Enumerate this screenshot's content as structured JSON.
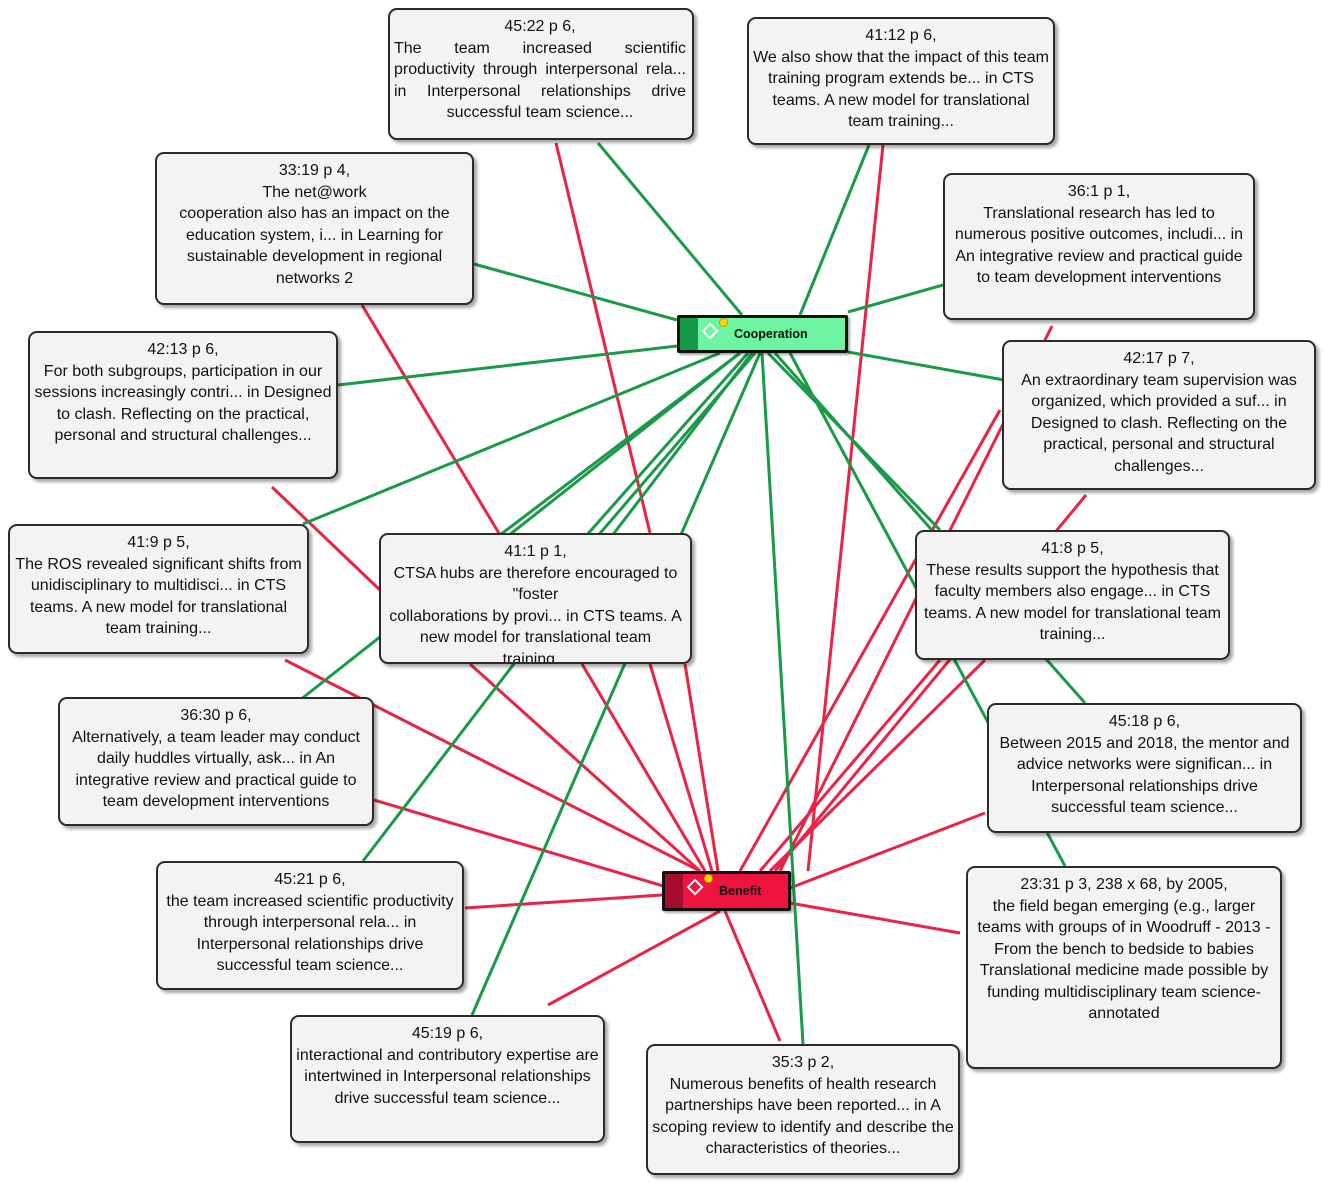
{
  "colors": {
    "cooperation_fill": "#6ef5a1",
    "cooperation_strip": "#159a4a",
    "cooperation_edge": "#1a9a48",
    "benefit_fill": "#f0123f",
    "benefit_strip": "#a50d2d",
    "benefit_edge": "#ea2345",
    "box_fill": "#f3f3f3",
    "box_border": "#2b2b2b"
  },
  "codes": {
    "cooperation": {
      "label": "Cooperation",
      "icon": "code-diamond-icon"
    },
    "benefit": {
      "label": "Benefit",
      "icon": "code-diamond-icon"
    }
  },
  "quotations": [
    {
      "id": "45:22 p 6,",
      "text": "The team increased scientific productivity through interpersonal rela... in Interpersonal relationships drive successful team science..."
    },
    {
      "id": "41:12 p 6,",
      "text": "We also show that the impact of this team training program extends be... in CTS teams. A new model for translational team training..."
    },
    {
      "id": "33:19 p 4,",
      "text": "The net@work\ncooperation also has an impact on the education system, i... in Learning for sustainable development in regional networks 2"
    },
    {
      "id": "36:1 p 1,",
      "text": "Translational research has led to numerous positive outcomes, includi... in An integrative review and practical guide to team development interventions"
    },
    {
      "id": "42:13 p 6,",
      "text": "For both subgroups, participation in our sessions increasingly contri... in Designed to clash. Reflecting on the practical, personal and structural challenges..."
    },
    {
      "id": "42:17 p 7,",
      "text": "An extraordinary team supervision was organized, which provided a suf... in Designed to clash. Reflecting on the practical, personal and structural challenges..."
    },
    {
      "id": "41:9 p 5,",
      "text": "The ROS revealed significant shifts from unidisciplinary to multidisci... in CTS teams. A new model for translational team training..."
    },
    {
      "id": "41:1 p 1,",
      "text": "CTSA hubs are therefore encouraged to \"foster\ncollaborations by provi... in CTS teams. A new model for translational team training..."
    },
    {
      "id": "41:8 p 5,",
      "text": "These results support the hypothesis that faculty members also engage... in CTS teams. A new model for translational team training..."
    },
    {
      "id": "36:30 p 6,",
      "text": "Alternatively, a team leader may conduct daily huddles virtually, ask... in An integrative review and practical guide to team development interventions"
    },
    {
      "id": "45:18 p 6,",
      "text": "Between 2015 and 2018, the mentor and advice networks were significan... in Interpersonal relationships drive successful team science..."
    },
    {
      "id": "45:21 p 6,",
      "text": "the team increased scientific productivity through interpersonal rela... in Interpersonal relationships drive successful team science..."
    },
    {
      "id": "23:31 p 3, 238 x 68, by 2005,",
      "text": "the field began emerging (e.g., larger teams with groups of in Woodruff - 2013 - From the bench to bedside to babies Translational medicine made possible by funding multidisciplinary team science-annotated"
    },
    {
      "id": "45:19 p 6,",
      "text": "interactional and contributory expertise are intertwined in Interpersonal relationships drive successful team science..."
    },
    {
      "id": "35:3 p 2,",
      "text": "Numerous benefits of health research partnerships have been reported... in A scoping review to identify and describe the characteristics of theories..."
    }
  ]
}
